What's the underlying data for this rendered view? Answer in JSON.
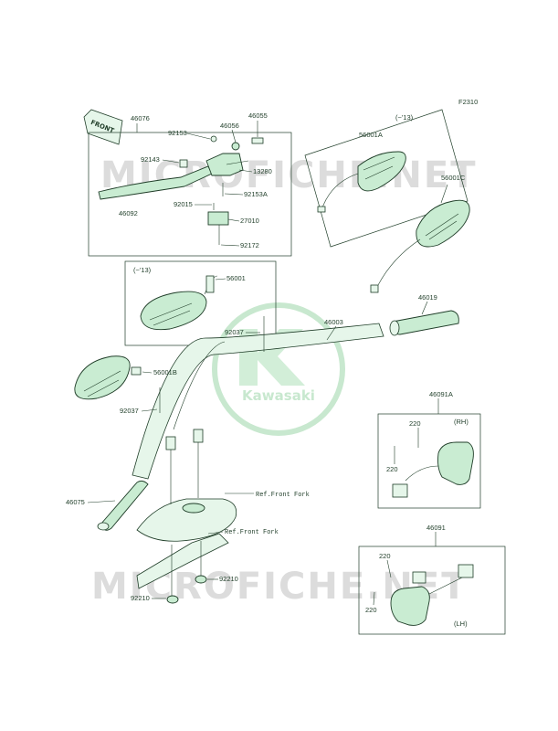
{
  "diagram": {
    "code": "F2310",
    "front_label": "FRONT",
    "watermark": "MICROFICHE.NET",
    "brand": "Kawasaki",
    "year_note": "(~'13)",
    "rh_note": "(RH)",
    "lh_note": "(LH)",
    "ref_front_fork": "Ref.Front Fork",
    "parts": {
      "p46076": "46076",
      "p92153": "92153",
      "p46056": "46056",
      "p46055": "46055",
      "p92143": "92143",
      "p13280": "13280",
      "p92153a": "92153A",
      "p46092": "46092",
      "p92015": "92015",
      "p27010": "27010",
      "p92172": "92172",
      "p56001a": "56001A",
      "p56001c": "56001C",
      "p56001": "56001",
      "p92037a": "92037",
      "p46003": "46003",
      "p46019": "46019",
      "p56001b": "56001B",
      "p92037b": "92037",
      "p46091a": "46091A",
      "p220a": "220",
      "p220b": "220",
      "p46075": "46075",
      "p46091": "46091",
      "p220c": "220",
      "p220d": "220",
      "p92210a": "92210",
      "p92210b": "92210"
    }
  }
}
